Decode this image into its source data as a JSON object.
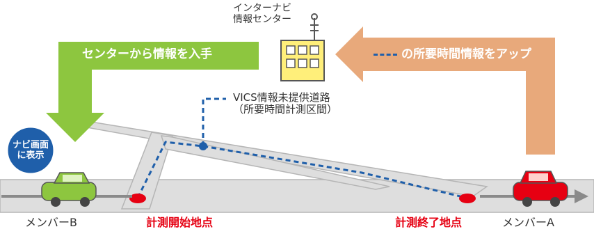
{
  "center": {
    "name_line1": "インターナビ",
    "name_line2": "情報センター"
  },
  "arrows": {
    "green_label": "センターから情報を入手",
    "orange_label": "の所要時間情報をアップ"
  },
  "road": {
    "label_line1": "VICS情報未提供道路",
    "label_line2": "（所要時間計測区間）"
  },
  "badge": {
    "line1": "ナビ画面",
    "line2": "に表示"
  },
  "members": {
    "b": "メンバーB",
    "a": "メンバーA"
  },
  "points": {
    "start": "計測開始地点",
    "end": "計測終了地点"
  },
  "colors": {
    "green": "#8dc63f",
    "orange": "#e8a97b",
    "road": "#d9d9d9",
    "route_dash": "#1f5faa",
    "car_green": "#8dc63f",
    "car_red": "#e60012",
    "marker": "#e60012",
    "building": "#ffef7a",
    "badge": "#1f5faa"
  }
}
